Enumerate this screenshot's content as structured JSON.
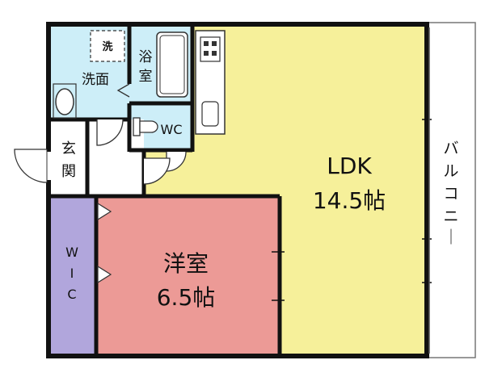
{
  "rooms": {
    "wash_mark": "洗",
    "washroom": "洗面",
    "bath": "浴室",
    "wc": "WC",
    "entrance_line1": "玄",
    "entrance_line2": "関",
    "wic_line1": "W",
    "wic_line2": "I",
    "wic_line3": "C",
    "western_name": "洋室",
    "western_size": "6.5帖",
    "ldk_name": "LDK",
    "ldk_size": "14.5帖",
    "balcony_chars": [
      "バ",
      "ル",
      "コ",
      "ニ",
      "ー"
    ]
  },
  "colors": {
    "wall": "#111111",
    "wet_area": "#cdeef8",
    "ldk": "#f6f09a",
    "western": "#ec9a96",
    "wic": "#b1a6dc",
    "floor_plain": "#ffffff",
    "balcony": "#ffffff"
  }
}
